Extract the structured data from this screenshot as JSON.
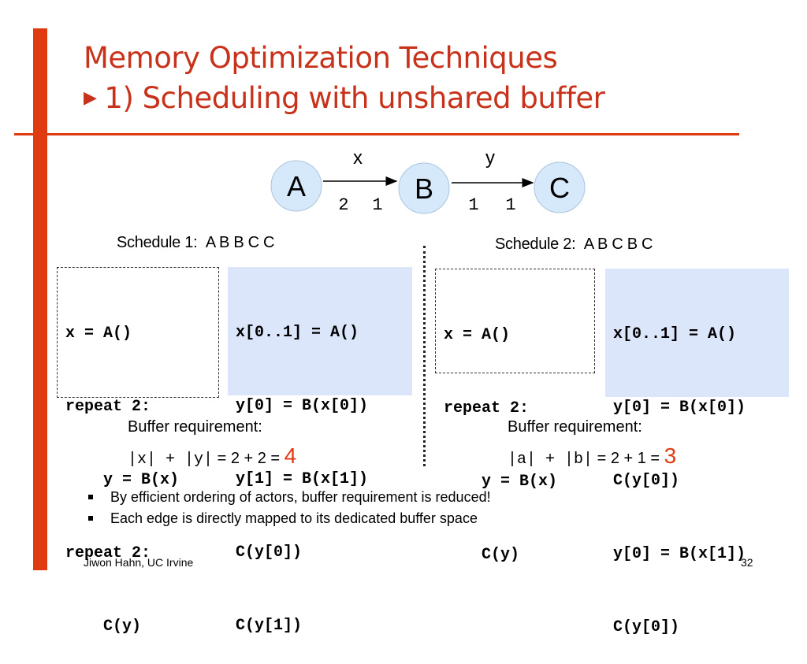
{
  "title": "Memory Optimization Techniques",
  "subtitle": "1) Scheduling with unshared buffer",
  "graph": {
    "nodes": [
      "A",
      "B",
      "C"
    ],
    "edges": [
      {
        "label": "x",
        "out_rate": "2",
        "in_rate": "1"
      },
      {
        "label": "y",
        "out_rate": "1",
        "in_rate": "1"
      }
    ]
  },
  "schedule1": {
    "label": "Schedule 1:",
    "order": "A B B C C",
    "code_left": [
      "x = A()",
      "repeat 2:",
      "    y = B(x)",
      "repeat 2:",
      "    C(y)"
    ],
    "code_right": [
      "x[0..1] = A()",
      "y[0] = B(x[0])",
      "y[1] = B(x[1])",
      "C(y[0])",
      "C(y[1])"
    ],
    "buffer_label": "Buffer requirement:",
    "buffer_mono": "|x| + |y|",
    "buffer_rest": " = 2 + 2 = ",
    "buffer_result": "4"
  },
  "schedule2": {
    "label": "Schedule 2:",
    "order": "A B C B C",
    "code_left": [
      "x = A()",
      "repeat 2:",
      "    y = B(x)",
      "    C(y)"
    ],
    "code_right": [
      "x[0..1] = A()",
      "y[0] = B(x[0])",
      "C(y[0])",
      "y[0] = B(x[1])",
      "C(y[0])"
    ],
    "buffer_label": "Buffer requirement:",
    "buffer_mono": "|a| + |b|",
    "buffer_rest": " = 2 + 1 = ",
    "buffer_result": "3"
  },
  "bullets": [
    "By efficient ordering of actors, buffer requirement is reduced!",
    "Each edge is directly mapped to its dedicated buffer space"
  ],
  "footer": {
    "author": "Jiwon Hahn, UC Irvine",
    "page": "32"
  },
  "colors": {
    "accent": "#e03a10",
    "title": "#c8321a",
    "node_fill": "#d6e9fa",
    "code_highlight": "#dce6fa"
  }
}
